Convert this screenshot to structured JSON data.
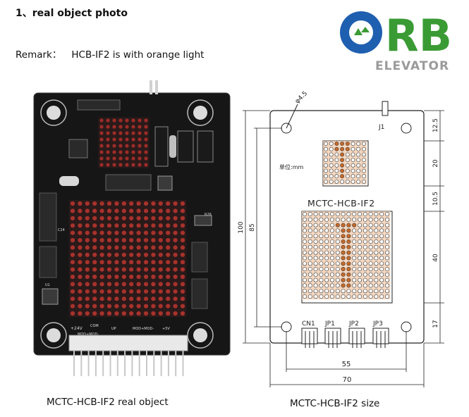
{
  "heading": "1、real object photo",
  "remark": {
    "label": "Remark：",
    "text": "HCB-IF2 is with orange light"
  },
  "logo": {
    "letters": "RB",
    "subtitle": "ELEVATOR",
    "colors": {
      "blue": "#1f5fb0",
      "green": "#3a9b34",
      "gray": "#9a9a9a"
    }
  },
  "photo": {
    "caption": "MCTC-HCB-IF2 real object",
    "board_labels": {
      "pin_top": "+24V",
      "pins_a": "MOD+MOD-",
      "com": "COM",
      "up": "UP",
      "mid": "MOD+MOD-",
      "aux": "+5V",
      "cap": "C24",
      "r": "R26",
      "u": "U1"
    }
  },
  "drawing": {
    "caption": "MCTC-HCB-IF2 size",
    "board_title": "MCTC-HCB-IF2",
    "hole_label": "φ4.5",
    "unit_label": "单位:mm",
    "connectors": [
      "J1",
      "CN1",
      "JP1",
      "JP2",
      "JP3"
    ],
    "dimensions": {
      "top_gap": "12.5",
      "small_matrix": "20",
      "mid_gap": "10.5",
      "large_matrix": "40",
      "bottom_gap": "17",
      "overall_height": "100",
      "hole_spacing_v": "85",
      "hole_spacing_h": "55",
      "overall_width": "70"
    }
  }
}
